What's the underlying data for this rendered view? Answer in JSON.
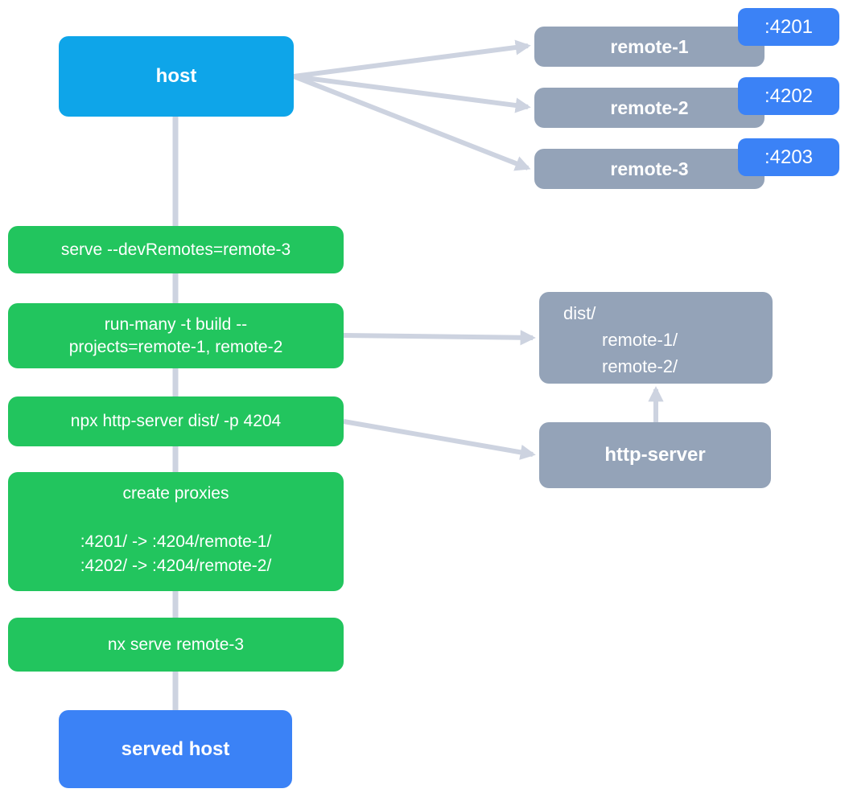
{
  "colors": {
    "host": "#0ea5e9",
    "remote": "#94a3b8",
    "port_badge": "#3b82f6",
    "command": "#22c55e",
    "served_host": "#3b82f6",
    "connector": "#cdd3e0",
    "label_text": "#ffffff"
  },
  "host": {
    "label": "host"
  },
  "remotes": [
    {
      "label": "remote-1",
      "port": ":4201"
    },
    {
      "label": "remote-2",
      "port": ":4202"
    },
    {
      "label": "remote-3",
      "port": ":4203"
    }
  ],
  "commands": {
    "serve": "serve --devRemotes=remote-3",
    "run_many_line1": "run-many -t build --",
    "run_many_line2": "projects=remote-1, remote-2",
    "http_server": "npx http-server dist/ -p 4204",
    "proxies_title": "create proxies",
    "proxy_rule_1": ":4201/ -> :4204/remote-1/",
    "proxy_rule_2": ":4202/ -> :4204/remote-2/",
    "nx_serve": "nx serve remote-3"
  },
  "dist": {
    "line1": "dist/",
    "line2": "remote-1/",
    "line3": "remote-2/"
  },
  "http_server": {
    "label": "http-server"
  },
  "served_host": {
    "label": "served host"
  }
}
